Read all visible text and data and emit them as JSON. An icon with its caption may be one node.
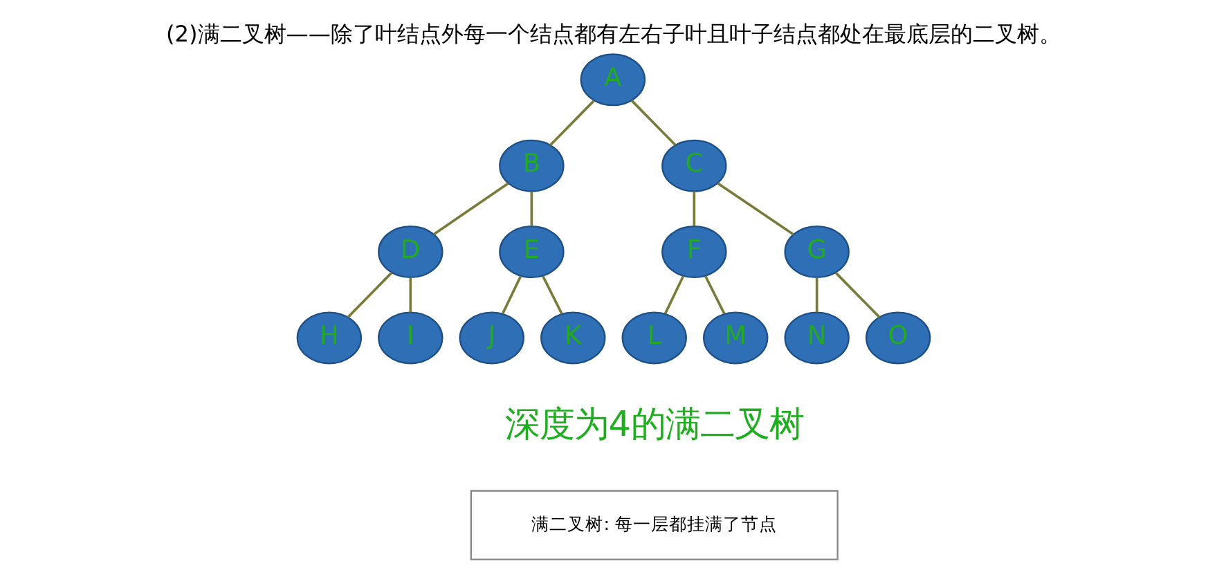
{
  "diagram": {
    "title": "(2)满二叉树——除了叶结点外每一个结点都有左右子叶且叶子结点都处在最底层的二叉树。",
    "nodes": [
      {
        "text": [
          "A"
        ]
      },
      {
        "text": [
          "B"
        ]
      },
      {
        "text": [
          "C"
        ]
      },
      {
        "text": [
          "D"
        ]
      },
      {
        "text": [
          "E"
        ]
      },
      {
        "text": [
          "F"
        ]
      },
      {
        "text": [
          "G"
        ]
      },
      {
        "text": [
          "H"
        ]
      },
      {
        "text": [
          "I"
        ]
      },
      {
        "text": [
          "J"
        ]
      },
      {
        "text": [
          "K"
        ]
      },
      {
        "text": [
          "L"
        ]
      },
      {
        "text": [
          "M"
        ]
      },
      {
        "text": [
          "N"
        ]
      },
      {
        "text": [
          "O"
        ]
      },
      {
        "text": [
          "满二叉树: 每一层都挂满了节点"
        ]
      }
    ],
    "edges": [
      {
        "from": 0,
        "to": 1,
        "arrow": "none"
      },
      {
        "from": 0,
        "to": 2,
        "arrow": "none"
      },
      {
        "from": 1,
        "to": 3,
        "arrow": "none"
      },
      {
        "from": 1,
        "to": 4,
        "arrow": "none"
      },
      {
        "from": 2,
        "to": 5,
        "arrow": "none"
      },
      {
        "from": 2,
        "to": 6,
        "arrow": "none"
      },
      {
        "from": 3,
        "to": 7,
        "arrow": "none"
      },
      {
        "from": 3,
        "to": 8,
        "arrow": "none"
      },
      {
        "from": 4,
        "to": 9,
        "arrow": "none"
      },
      {
        "from": 4,
        "to": 10,
        "arrow": "none"
      },
      {
        "from": 5,
        "to": 11,
        "arrow": "none"
      },
      {
        "from": 5,
        "to": 12,
        "arrow": "none"
      },
      {
        "from": 6,
        "to": 13,
        "arrow": "none"
      },
      {
        "from": 6,
        "to": 14,
        "arrow": "none"
      }
    ],
    "labels": [
      "深度为4的满二叉树"
    ]
  }
}
